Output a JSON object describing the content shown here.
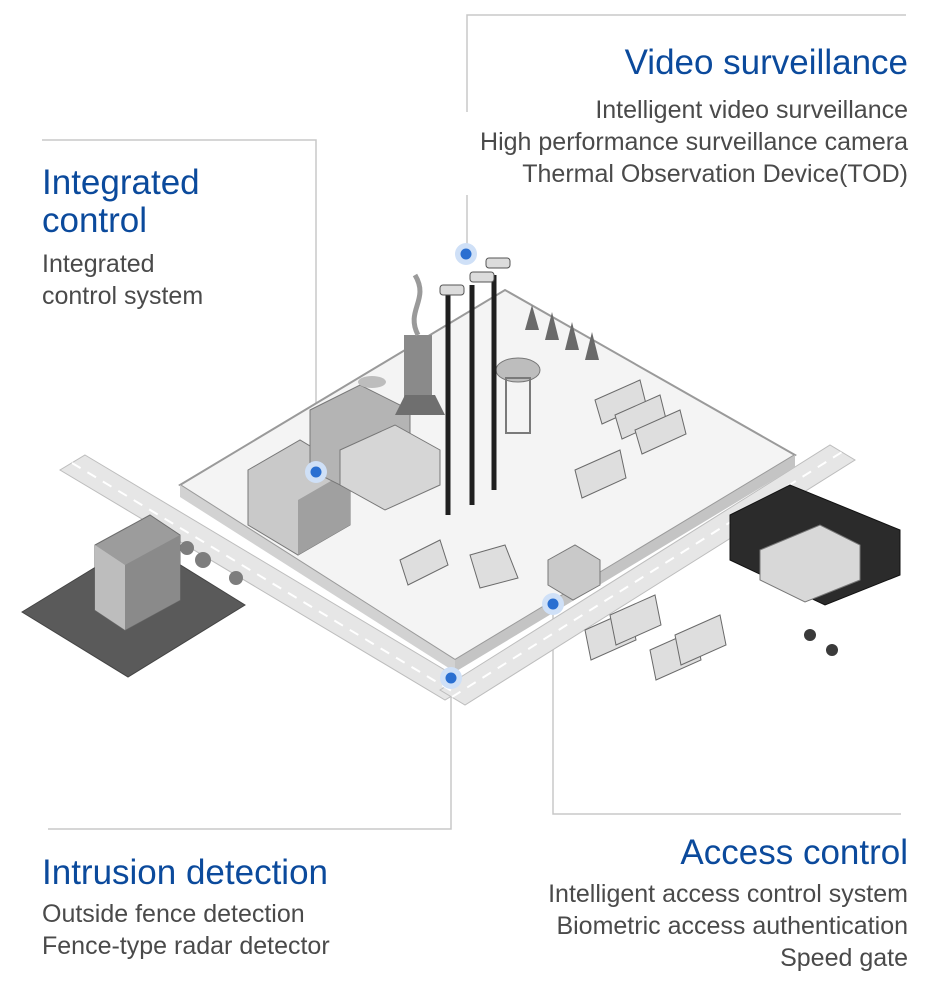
{
  "sections": {
    "video": {
      "title": "Video surveillance",
      "lines": [
        "Intelligent video surveillance",
        "High performance surveillance camera",
        "Thermal Observation Device(TOD)"
      ]
    },
    "integrated": {
      "title_line1": "Integrated",
      "title_line2": "control",
      "lines": [
        "Integrated",
        "control system"
      ]
    },
    "intrusion": {
      "title": "Intrusion detection",
      "lines": [
        "Outside fence detection",
        "Fence-type radar detector"
      ]
    },
    "access": {
      "title": "Access control",
      "lines": [
        "Intelligent access control system",
        "Biometric access authentication",
        "Speed gate"
      ]
    }
  },
  "colors": {
    "title": "#0b4a9c",
    "text": "#4a4a4a",
    "marker": "#2a6fd1",
    "leader": "#c8c8c8"
  }
}
